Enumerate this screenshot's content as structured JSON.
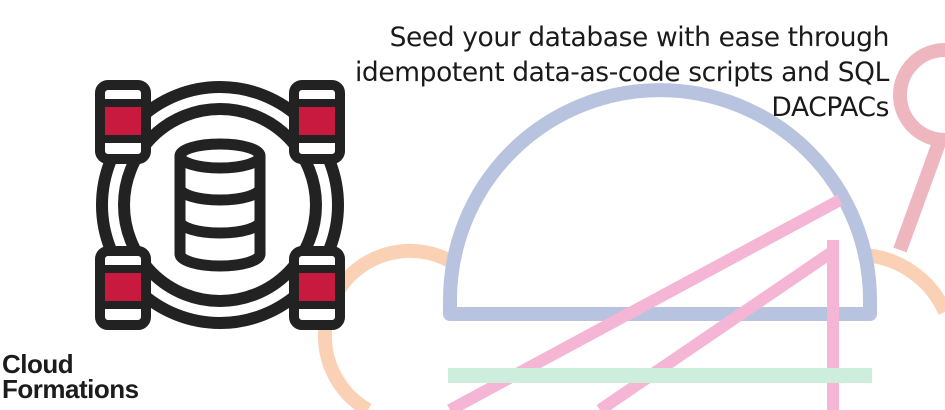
{
  "headline": {
    "line1": "Seed your database with ease through",
    "line2": "idempotent data-as-code scripts and SQL",
    "line3": "DACPACs"
  },
  "brand": {
    "line1": "Cloud",
    "line2": "Formations"
  },
  "icons": {
    "main": "database-cluster-icon"
  },
  "colors": {
    "icon_stroke": "#222222",
    "icon_accent": "#c8193f",
    "dome": "#b8c3df",
    "pink": "#f4b6d4",
    "peach": "#fbd1b5",
    "mint": "#cdeedd",
    "rose": "#eeb7bf"
  }
}
